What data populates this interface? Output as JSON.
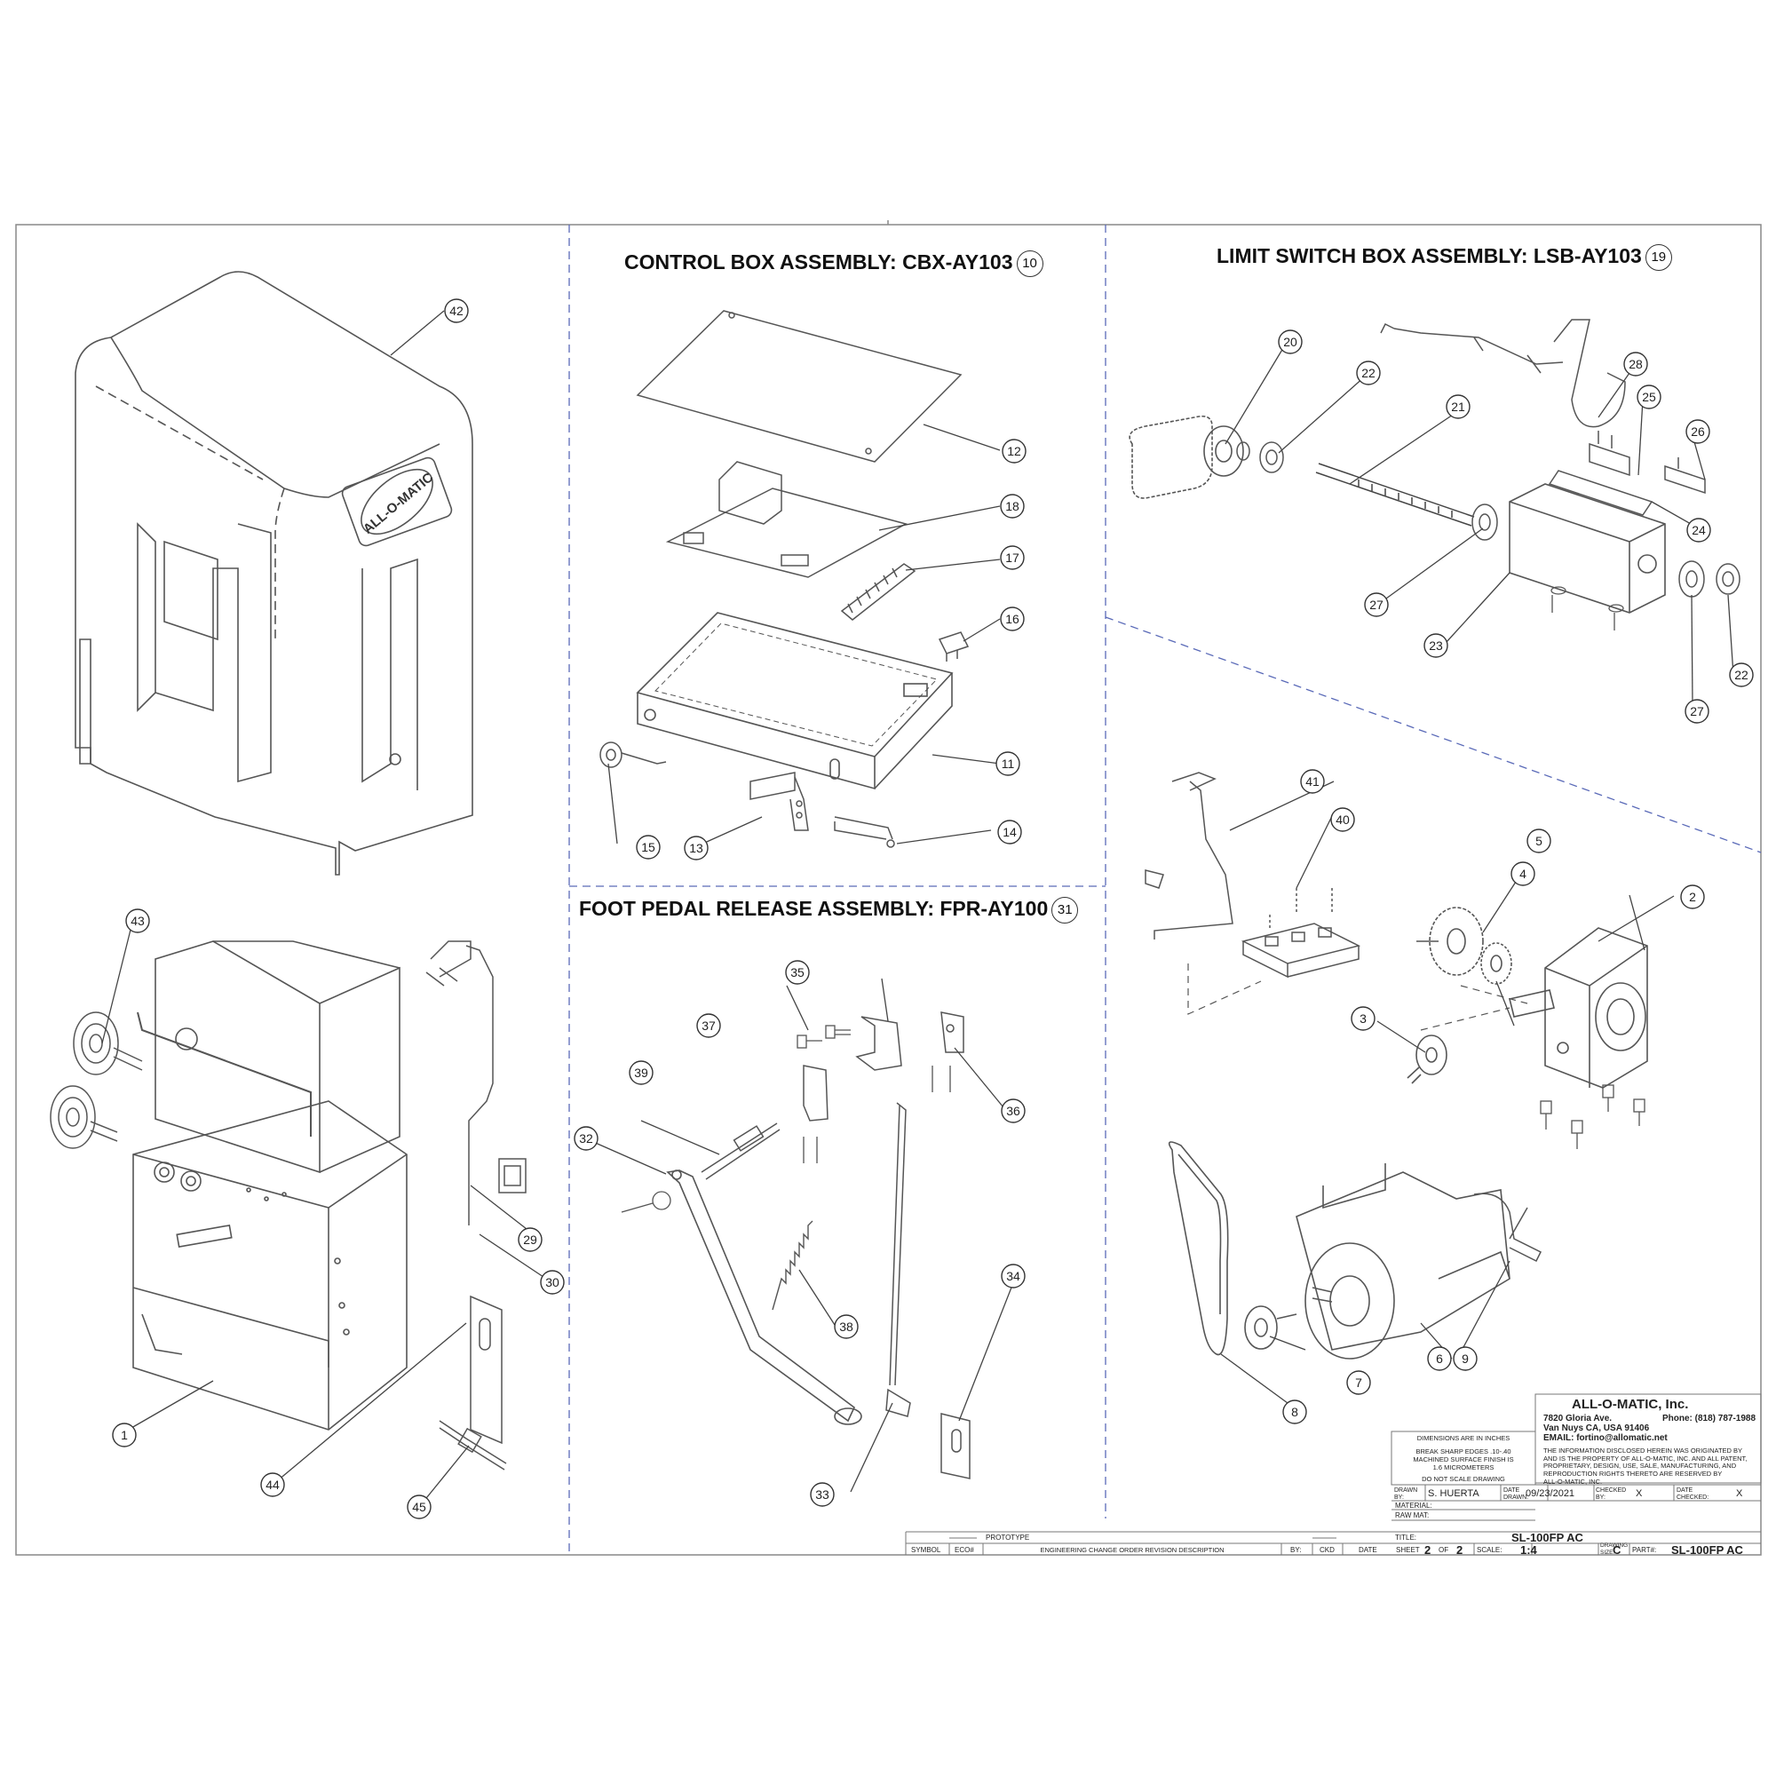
{
  "sections": {
    "control_box": {
      "title": "CONTROL BOX ASSEMBLY: CBX-AY103",
      "ref": "10"
    },
    "limit_switch": {
      "title": "LIMIT SWITCH  BOX ASSEMBLY: LSB-AY103",
      "ref": "19"
    },
    "foot_pedal": {
      "title": "FOOT PEDAL RELEASE ASSEMBLY: FPR-AY100",
      "ref": "31"
    }
  },
  "cover_logo": "ALL-O-MATIC",
  "balloons": [
    "1",
    "2",
    "3",
    "4",
    "5",
    "6",
    "7",
    "8",
    "9",
    "11",
    "12",
    "13",
    "14",
    "15",
    "16",
    "17",
    "18",
    "20",
    "21",
    "22",
    "22",
    "23",
    "24",
    "25",
    "26",
    "27",
    "27",
    "28",
    "29",
    "30",
    "32",
    "33",
    "34",
    "35",
    "36",
    "37",
    "38",
    "39",
    "40",
    "41",
    "42",
    "43",
    "44",
    "45"
  ],
  "title_block": {
    "company": "ALL-O-MATIC, Inc.",
    "address1": "7820 Gloria Ave.",
    "phone": "Phone: (818) 787-1988",
    "address2": "Van Nuys CA, USA 91406",
    "email": "EMAIL: fortino@allomatic.net",
    "proprietary": [
      "THE INFORMATION DISCLOSED HEREIN WAS ORIGINATED BY",
      "AND IS THE PROPERTY OF ALL-O-MATIC, INC. AND ALL PATENT,",
      "PROPRIETARY, DESIGN, USE, SALE, MANUFACTURING, AND",
      "REPRODUCTION RIGHTS THERETO ARE RESERVED BY",
      "ALL-O-MATIC, INC."
    ],
    "notes": [
      "DIMENSIONS ARE IN INCHES",
      "BREAK SHARP EDGES .10-.40",
      "MACHINED SURFACE FINISH IS",
      "1.6 MICROMETERS",
      "DO NOT SCALE DRAWING"
    ],
    "drawn_by_label": "DRAWN BY:",
    "drawn_by": "S. HUERTA",
    "date_drawn_label": "DATE DRAWN:",
    "date_drawn": "09/23/2021",
    "checked_by_label": "CHECKED BY:",
    "checked_by": "X",
    "date_checked_label": "DATE CHECKED:",
    "date_checked": "X",
    "material_label": "MATERIAL:",
    "raw_mat_label": "RAW MAT:",
    "title_label": "TITLE:",
    "title": "SL-100FP AC",
    "sheet_label": "SHEET",
    "sheet": "2",
    "of_label": "OF",
    "sheet_total": "2",
    "scale_label": "SCALE:",
    "scale": "1:4",
    "drawing_size_label": "DRAWING SIZE:",
    "drawing_size": "C",
    "part_label": "PART#:",
    "part": "SL-100FP AC"
  },
  "revision_block": {
    "row_text": "PROTOTYPE",
    "headers": [
      "SYMBOL",
      "ECO#",
      "ENGINEERING CHANGE ORDER REVISION DESCRIPTION",
      "BY:",
      "CKD",
      "DATE"
    ]
  }
}
